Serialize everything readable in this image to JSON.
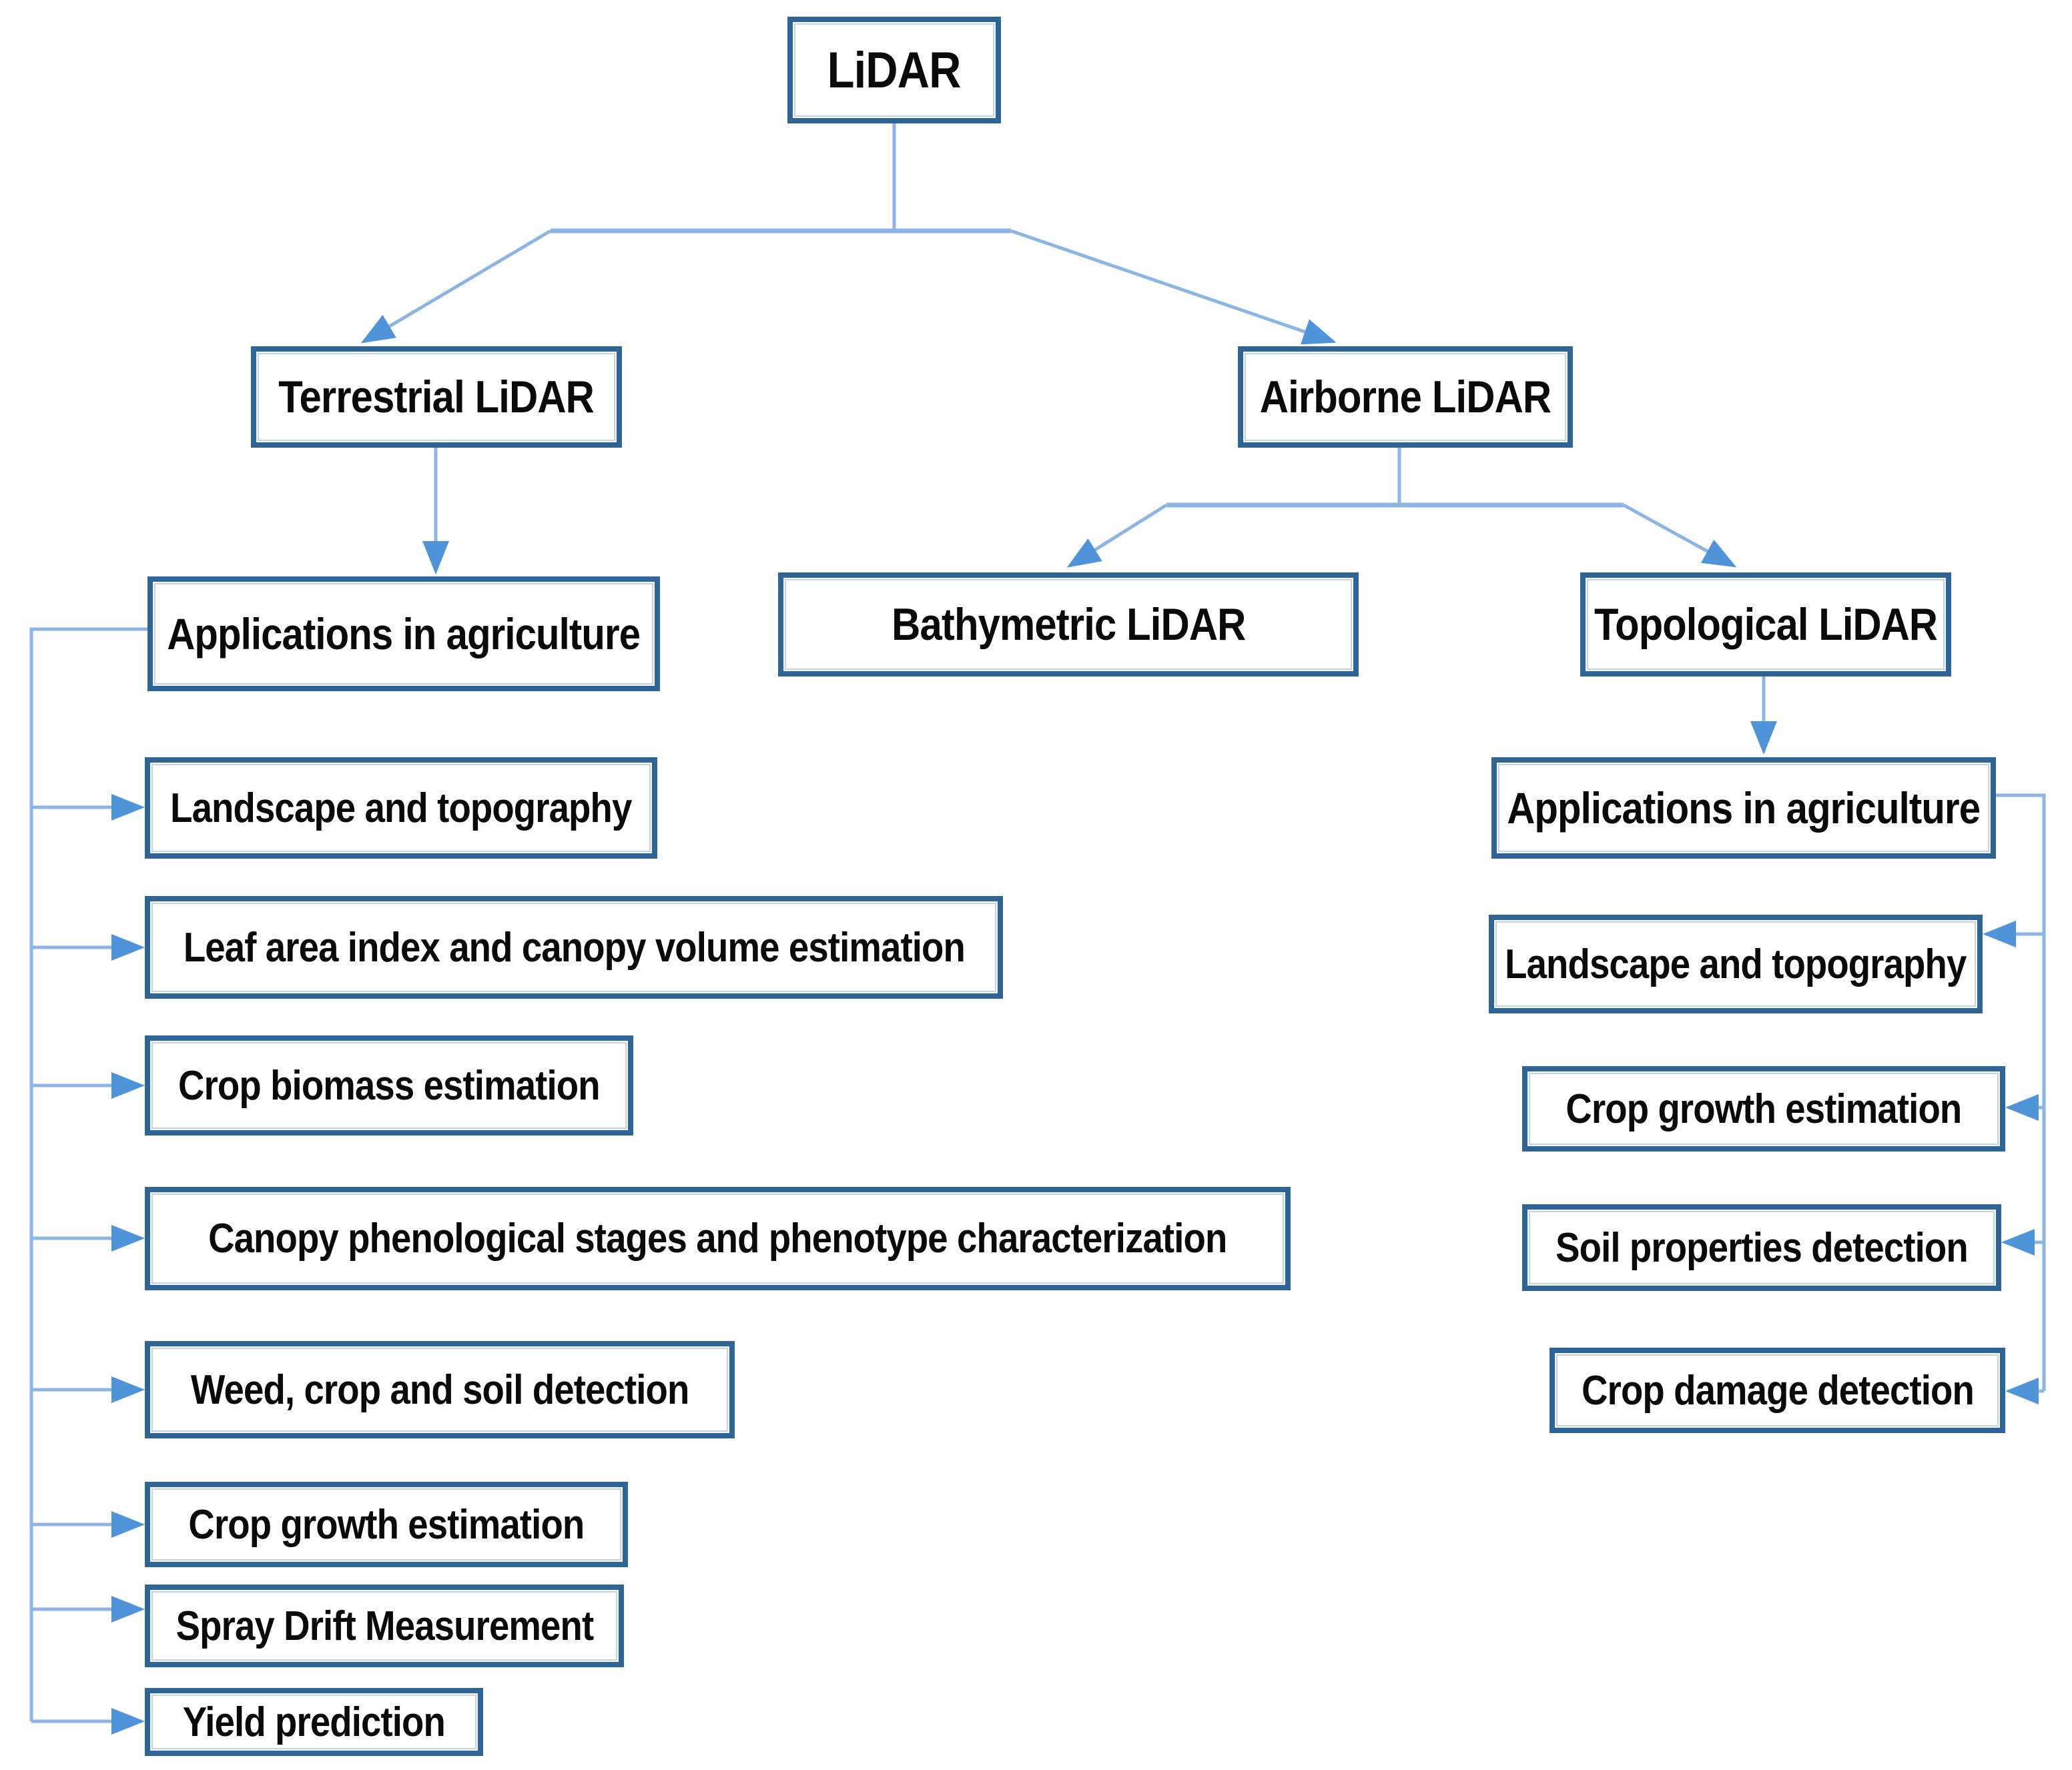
{
  "colors": {
    "box_border": "#2f6496",
    "connector_color": "#8cb5e3",
    "arrow_color": "#4f93d8",
    "text_color": "#0a0a0a",
    "bg": "#ffffff"
  },
  "nodes": {
    "lidar": {
      "label": "LiDAR"
    },
    "terrestrial": {
      "label": "Terrestrial LiDAR"
    },
    "airborne": {
      "label": "Airborne LiDAR"
    },
    "app_agri_left": {
      "label": "Applications in agriculture"
    },
    "bathymetric": {
      "label": "Bathymetric LiDAR"
    },
    "topological": {
      "label": "Topological LiDAR"
    },
    "app_agri_right": {
      "label": "Applications in agriculture"
    },
    "landscape_left": {
      "label": "Landscape and topography"
    },
    "leaf_area": {
      "label": "Leaf area index and canopy volume estimation"
    },
    "crop_biomass": {
      "label": "Crop biomass estimation"
    },
    "canopy_pheno": {
      "label": "Canopy phenological stages and phenotype characterization"
    },
    "weed_crop_soil": {
      "label": "Weed, crop and soil detection"
    },
    "crop_growth_left": {
      "label": "Crop growth estimation"
    },
    "spray_drift": {
      "label": "Spray Drift Measurement"
    },
    "yield_prediction": {
      "label": "Yield prediction"
    },
    "landscape_right": {
      "label": "Landscape and topography"
    },
    "crop_growth_right": {
      "label": "Crop growth estimation"
    },
    "soil_properties": {
      "label": "Soil properties detection"
    },
    "crop_damage": {
      "label": "Crop damage detection"
    }
  },
  "edges": [
    {
      "from": "lidar",
      "to": "terrestrial"
    },
    {
      "from": "lidar",
      "to": "airborne"
    },
    {
      "from": "terrestrial",
      "to": "app_agri_left"
    },
    {
      "from": "airborne",
      "to": "bathymetric"
    },
    {
      "from": "airborne",
      "to": "topological"
    },
    {
      "from": "topological",
      "to": "app_agri_right"
    },
    {
      "from": "app_agri_left",
      "to": "landscape_left"
    },
    {
      "from": "app_agri_left",
      "to": "leaf_area"
    },
    {
      "from": "app_agri_left",
      "to": "crop_biomass"
    },
    {
      "from": "app_agri_left",
      "to": "canopy_pheno"
    },
    {
      "from": "app_agri_left",
      "to": "weed_crop_soil"
    },
    {
      "from": "app_agri_left",
      "to": "crop_growth_left"
    },
    {
      "from": "app_agri_left",
      "to": "spray_drift"
    },
    {
      "from": "app_agri_left",
      "to": "yield_prediction"
    },
    {
      "from": "app_agri_right",
      "to": "landscape_right"
    },
    {
      "from": "app_agri_right",
      "to": "crop_growth_right"
    },
    {
      "from": "app_agri_right",
      "to": "soil_properties"
    },
    {
      "from": "app_agri_right",
      "to": "crop_damage"
    }
  ]
}
